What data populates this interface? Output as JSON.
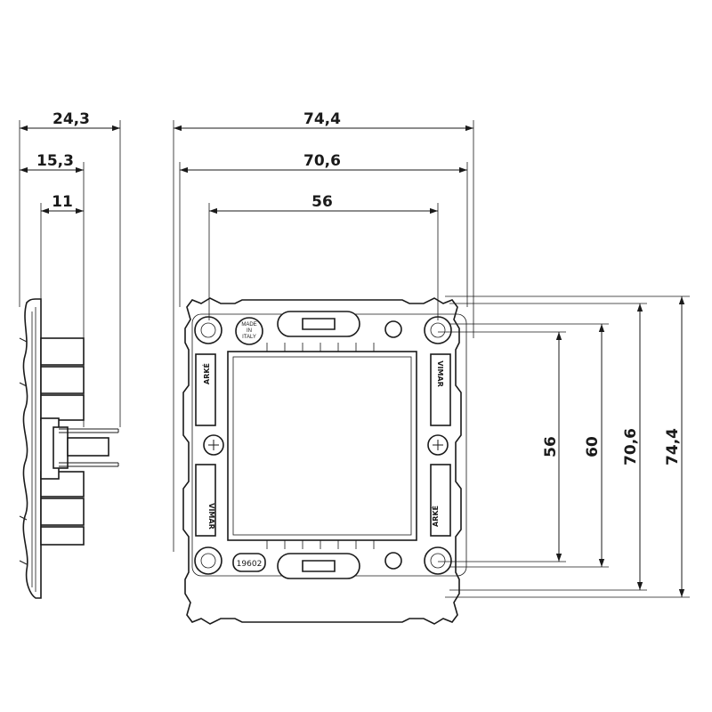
{
  "dimensions": {
    "side_overall": "24,3",
    "side_mid": "15,3",
    "side_inner": "11",
    "front_width_overall": "74,4",
    "front_width_mid": "70,6",
    "front_width_inner": "56",
    "front_height_inner": "56",
    "front_height_60": "60",
    "front_height_mid": "70,6",
    "front_height_overall": "74,4"
  },
  "labels": {
    "made_in_line1": "MADE",
    "made_in_line2": "IN",
    "made_in_line3": "ITALY",
    "brand_top_left": "ARKÉ",
    "brand_top_right": "VIMAR",
    "brand_bottom_left": "VIMAR",
    "brand_bottom_right": "ARKÉ",
    "code": "19602"
  }
}
